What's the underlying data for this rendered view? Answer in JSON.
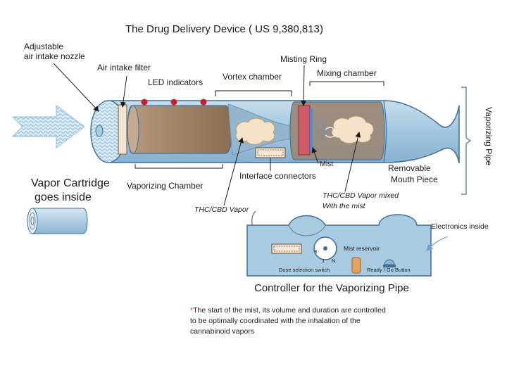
{
  "title": "The Drug Delivery Device ( US 9,380,813)",
  "labels": {
    "adjustable_nozzle_line1": "Adjustable",
    "adjustable_nozzle_line2": "air intake nozzle",
    "air_intake_filter": "Air intake filter",
    "led_indicators": "LED indicators",
    "vortex_chamber": "Vortex chamber",
    "misting_ring": "Misting Ring",
    "mixing_chamber": "Mixing chamber",
    "vaporizing_pipe": "Vaporizing Pipe",
    "mist_star": "*",
    "mist": "Mist",
    "interface_connectors": "Interface connectors",
    "removable_line1": "Removable",
    "removable_line2": "Mouth Piece",
    "vapor_cartridge_line1": "Vapor Cartridge",
    "vapor_cartridge_line2": "goes inside",
    "vaporizing_chamber": "Vaporizing Chamber",
    "thc_vapor": "THC/CBD Vapor",
    "thc_mixed_line1": "THC/CBD Vapor mixed",
    "thc_mixed_line2": "With the mist",
    "electronics_inside": "Electronics inside",
    "mist_reservoir": "Mist reservoir",
    "dial_3": "3",
    "dial_1": "1",
    "dial_n": "N",
    "dose_selection_switch": "Dose selection switch",
    "ready_go_button": "Ready / Go Button",
    "controller_caption": "Controller for the Vaporizing Pipe"
  },
  "footnote": {
    "star": "*",
    "line1": "The start of the mist, its volume and duration are controlled",
    "line2": "to be optimally coordinated with the inhalation of the",
    "line3": "cannabinoid vapors"
  },
  "colors": {
    "pipe_fill": "#a9cbe2",
    "pipe_stroke": "#3f6f96",
    "chamber_brown": "#9b7f63",
    "led_red": "#cc1e24",
    "misting_ring": "#d05c68",
    "accent_red": "#d0292b",
    "controller_fill": "#a9cbe2"
  }
}
